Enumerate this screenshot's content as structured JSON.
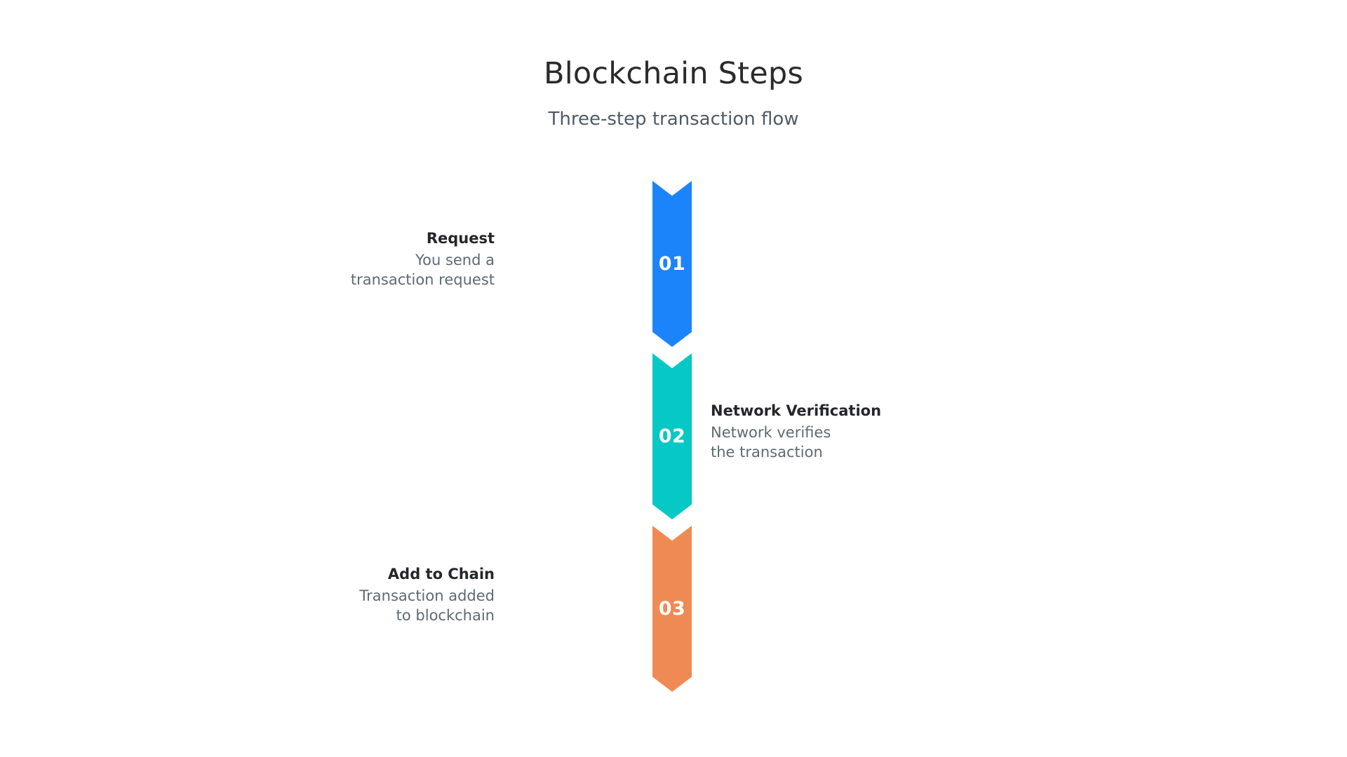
{
  "header": {
    "title": "Blockchain Steps",
    "subtitle": "Three-step transaction flow"
  },
  "colors": {
    "background": "#ffffff",
    "title": "#2b2b2b",
    "subtitle": "#4f5b66",
    "label_title": "#23272b",
    "label_desc": "#5e6a72",
    "step1": "#1b84fb",
    "step2": "#06c8c5",
    "step3": "#ef8a55",
    "number": "#ffffff"
  },
  "chart_data": {
    "type": "diagram",
    "subtype": "vertical-chevron-funnel",
    "title": "Blockchain Steps",
    "subtitle": "Three-step transaction flow",
    "orientation": "vertical",
    "step_count": 3,
    "steps": [
      {
        "number": "01",
        "title": "Request",
        "description": "You send a\ntransaction request",
        "color": "#1b84fb",
        "label_side": "left"
      },
      {
        "number": "02",
        "title": "Network Verification",
        "description": "Network verifies\nthe transaction",
        "color": "#06c8c5",
        "label_side": "right"
      },
      {
        "number": "03",
        "title": "Add to Chain",
        "description": "Transaction added\nto blockchain",
        "color": "#ef8a55",
        "label_side": "left"
      }
    ]
  }
}
